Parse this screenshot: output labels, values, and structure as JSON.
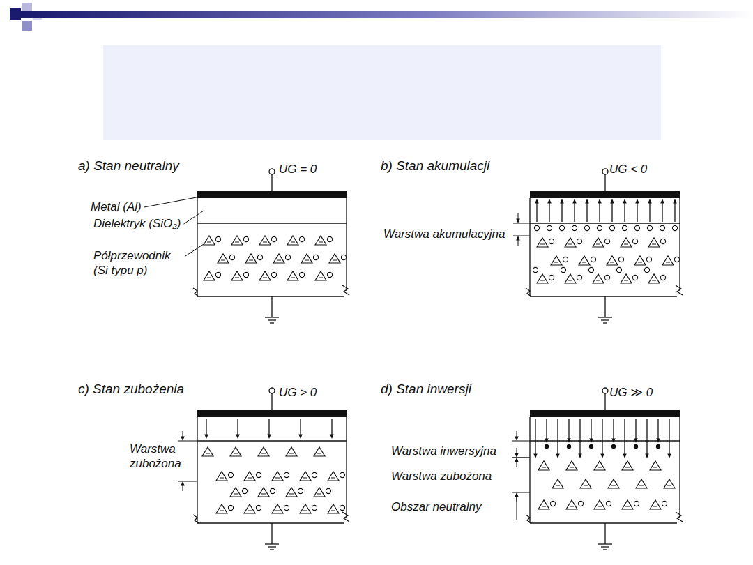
{
  "diagram": {
    "labels": [
      "a) Stan neutralny",
      "UG = 0",
      "Metal (Al)",
      "Dielektryk (SiO₂)",
      "Półprzewodnik (Si typu p)",
      "b) Stan akumulacji",
      "UG < 0",
      "Warstwa akumulacyjna",
      "c) Stan zubożenia",
      "UG > 0",
      "Warstwa zubożona",
      "d) Stan inwersji",
      "UG ≫ 0",
      "Warstwa inwersyjna",
      "Warstwa zubożona",
      "Obszar neutralny"
    ]
  }
}
